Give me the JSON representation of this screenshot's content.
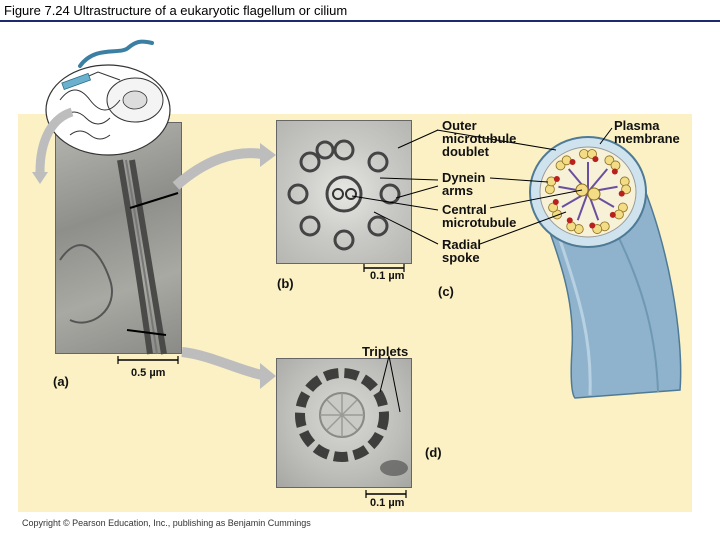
{
  "figure": {
    "title": "Figure 7.24  Ultrastructure of a eukaryotic flagellum or cilium"
  },
  "panels": {
    "a": "(a)",
    "b": "(b)",
    "c": "(c)",
    "d": "(d)"
  },
  "scale_bars": {
    "a": "0.5 µm",
    "b": "0.1 µm",
    "d": "0.1 µm"
  },
  "labels": {
    "outer_doublet": [
      "Outer",
      "microtubule",
      "doublet"
    ],
    "dynein_arms": [
      "Dynein",
      "arms"
    ],
    "central_microtubule": [
      "Central",
      "microtubule"
    ],
    "radial_spoke": [
      "Radial",
      "spoke"
    ],
    "plasma_membrane": [
      "Plasma",
      "membrane"
    ],
    "triplets": "Triplets"
  },
  "copyright": "Copyright © Pearson Education, Inc., publishing as Benjamin Cummings",
  "colors": {
    "background_panel": "#fbf1c4",
    "title_rule": "#1c2a6e",
    "flagellum_blue": "#8fb3cc",
    "dynein_red": "#b8201e",
    "spoke_purple": "#6a4fa0",
    "microtubule_yellow": "#f3dc86"
  }
}
